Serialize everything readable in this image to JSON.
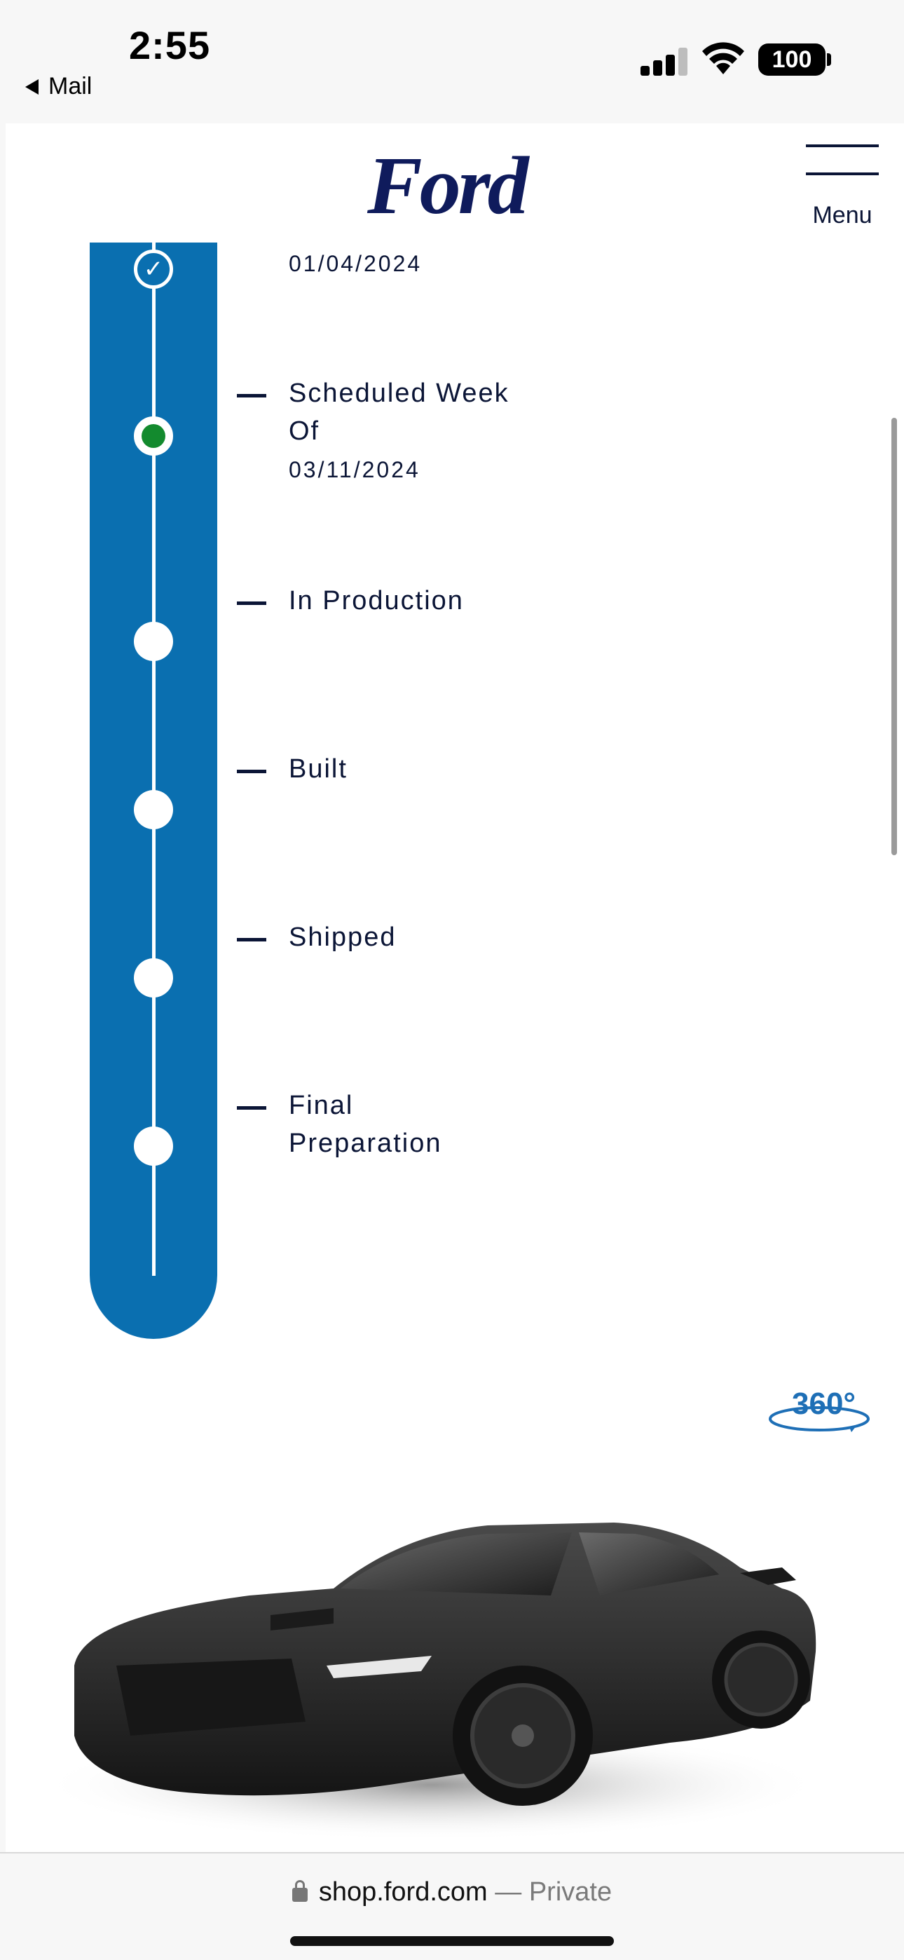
{
  "status_bar": {
    "time": "2:55",
    "back_label": "Mail",
    "battery": "100"
  },
  "header": {
    "logo_text": "Ford",
    "menu_label": "Menu"
  },
  "timeline": {
    "steps": [
      {
        "label": "",
        "date": "01/04/2024",
        "state": "complete"
      },
      {
        "label": "Scheduled Week Of",
        "date": "03/11/2024",
        "state": "current"
      },
      {
        "label": "In Production",
        "date": "",
        "state": "pending"
      },
      {
        "label": "Built",
        "date": "",
        "state": "pending"
      },
      {
        "label": "Shipped",
        "date": "",
        "state": "pending"
      },
      {
        "label": "Final Preparation",
        "date": "",
        "state": "pending"
      }
    ],
    "colors": {
      "track": "#0a6fb0",
      "current_dot": "#138a2e",
      "text": "#0b1536"
    }
  },
  "viewer": {
    "badge_360": "360°"
  },
  "browser": {
    "domain": "shop.ford.com",
    "separator": "—",
    "mode": "Private"
  }
}
